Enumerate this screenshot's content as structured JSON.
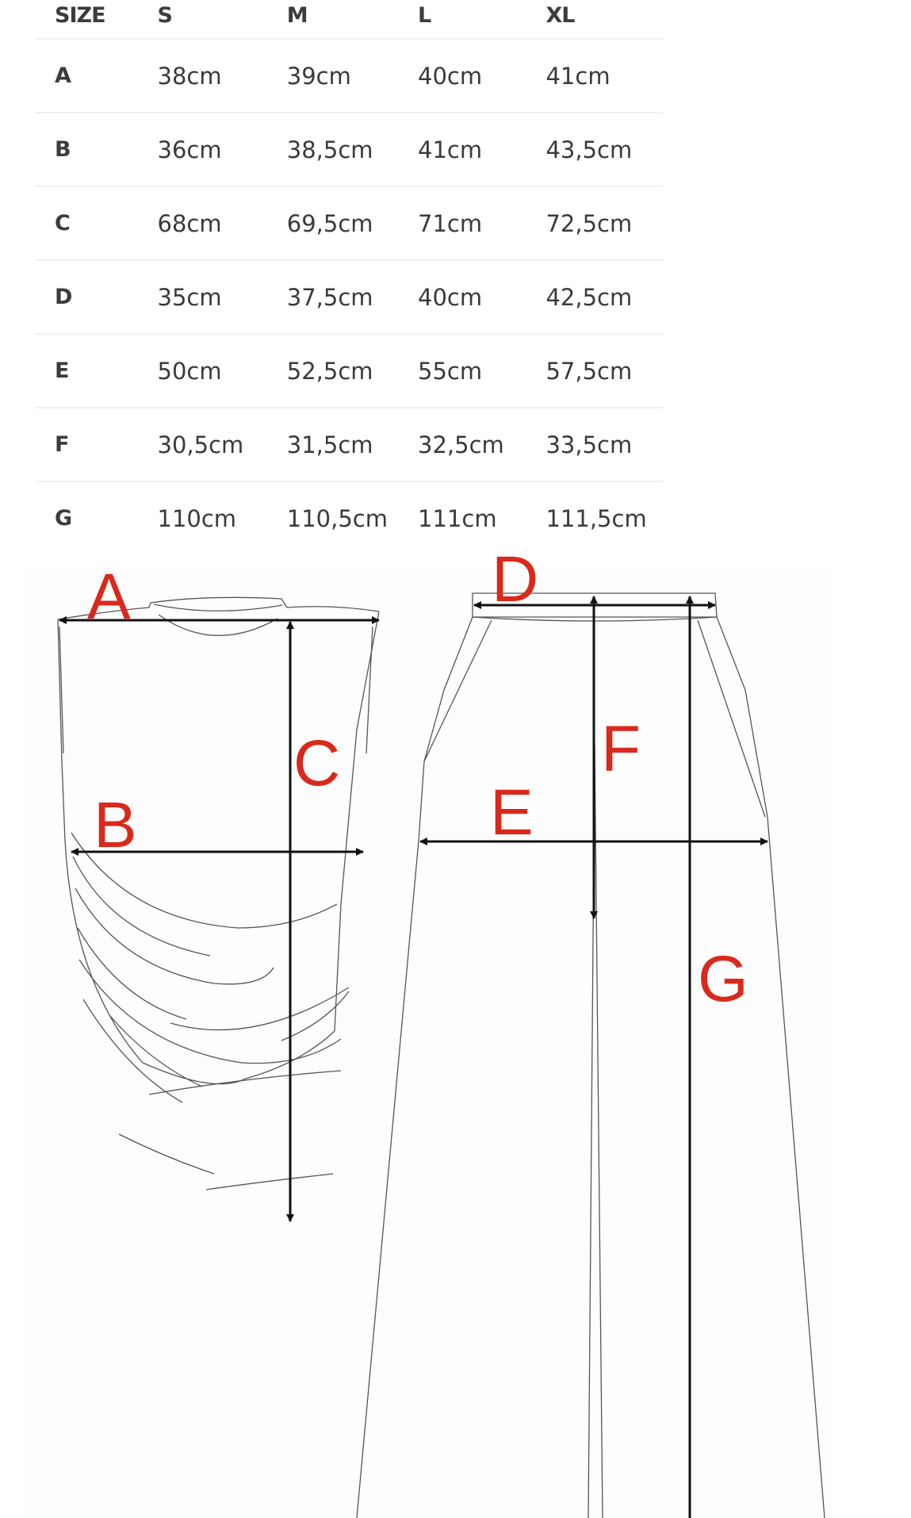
{
  "size_chart": {
    "headers": [
      "SIZE",
      "S",
      "M",
      "L",
      "XL"
    ],
    "rows": [
      {
        "label": "A",
        "values": [
          "38cm",
          "39cm",
          "40cm",
          "41cm"
        ]
      },
      {
        "label": "B",
        "values": [
          "36cm",
          "38,5cm",
          "41cm",
          "43,5cm"
        ]
      },
      {
        "label": "C",
        "values": [
          "68cm",
          "69,5cm",
          "71cm",
          "72,5cm"
        ]
      },
      {
        "label": "D",
        "values": [
          "35cm",
          "37,5cm",
          "40cm",
          "42,5cm"
        ]
      },
      {
        "label": "E",
        "values": [
          "50cm",
          "52,5cm",
          "55cm",
          "57,5cm"
        ]
      },
      {
        "label": "F",
        "values": [
          "30,5cm",
          "31,5cm",
          "32,5cm",
          "33,5cm"
        ]
      },
      {
        "label": "G",
        "values": [
          "110cm",
          "110,5cm",
          "111cm",
          "111,5cm"
        ]
      }
    ]
  },
  "diagram": {
    "labels": {
      "a": "A",
      "b": "B",
      "c": "C",
      "d": "D",
      "e": "E",
      "f": "F",
      "g": "G"
    },
    "label_color": "#d9291c",
    "top_garment": "draped top",
    "bottom_garment": "wide-leg trousers"
  }
}
